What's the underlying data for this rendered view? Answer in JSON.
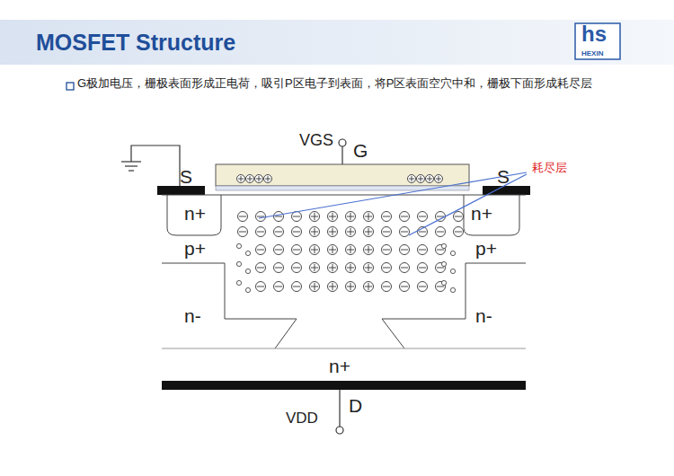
{
  "diagram": {
    "title": "MOSFET Structure",
    "labels": [
      "G极加电压，栅极表面形成正电荷，吸引P区电子到表面，将P区表面空穴中和，栅极下面形成耗尽层",
      "VGS",
      "G",
      "S",
      "S",
      "耗尽层",
      "n+",
      "n+",
      "p+",
      "p+",
      "n-",
      "n-",
      "n+",
      "D",
      "VDD",
      "hs",
      "HEXIN"
    ]
  }
}
